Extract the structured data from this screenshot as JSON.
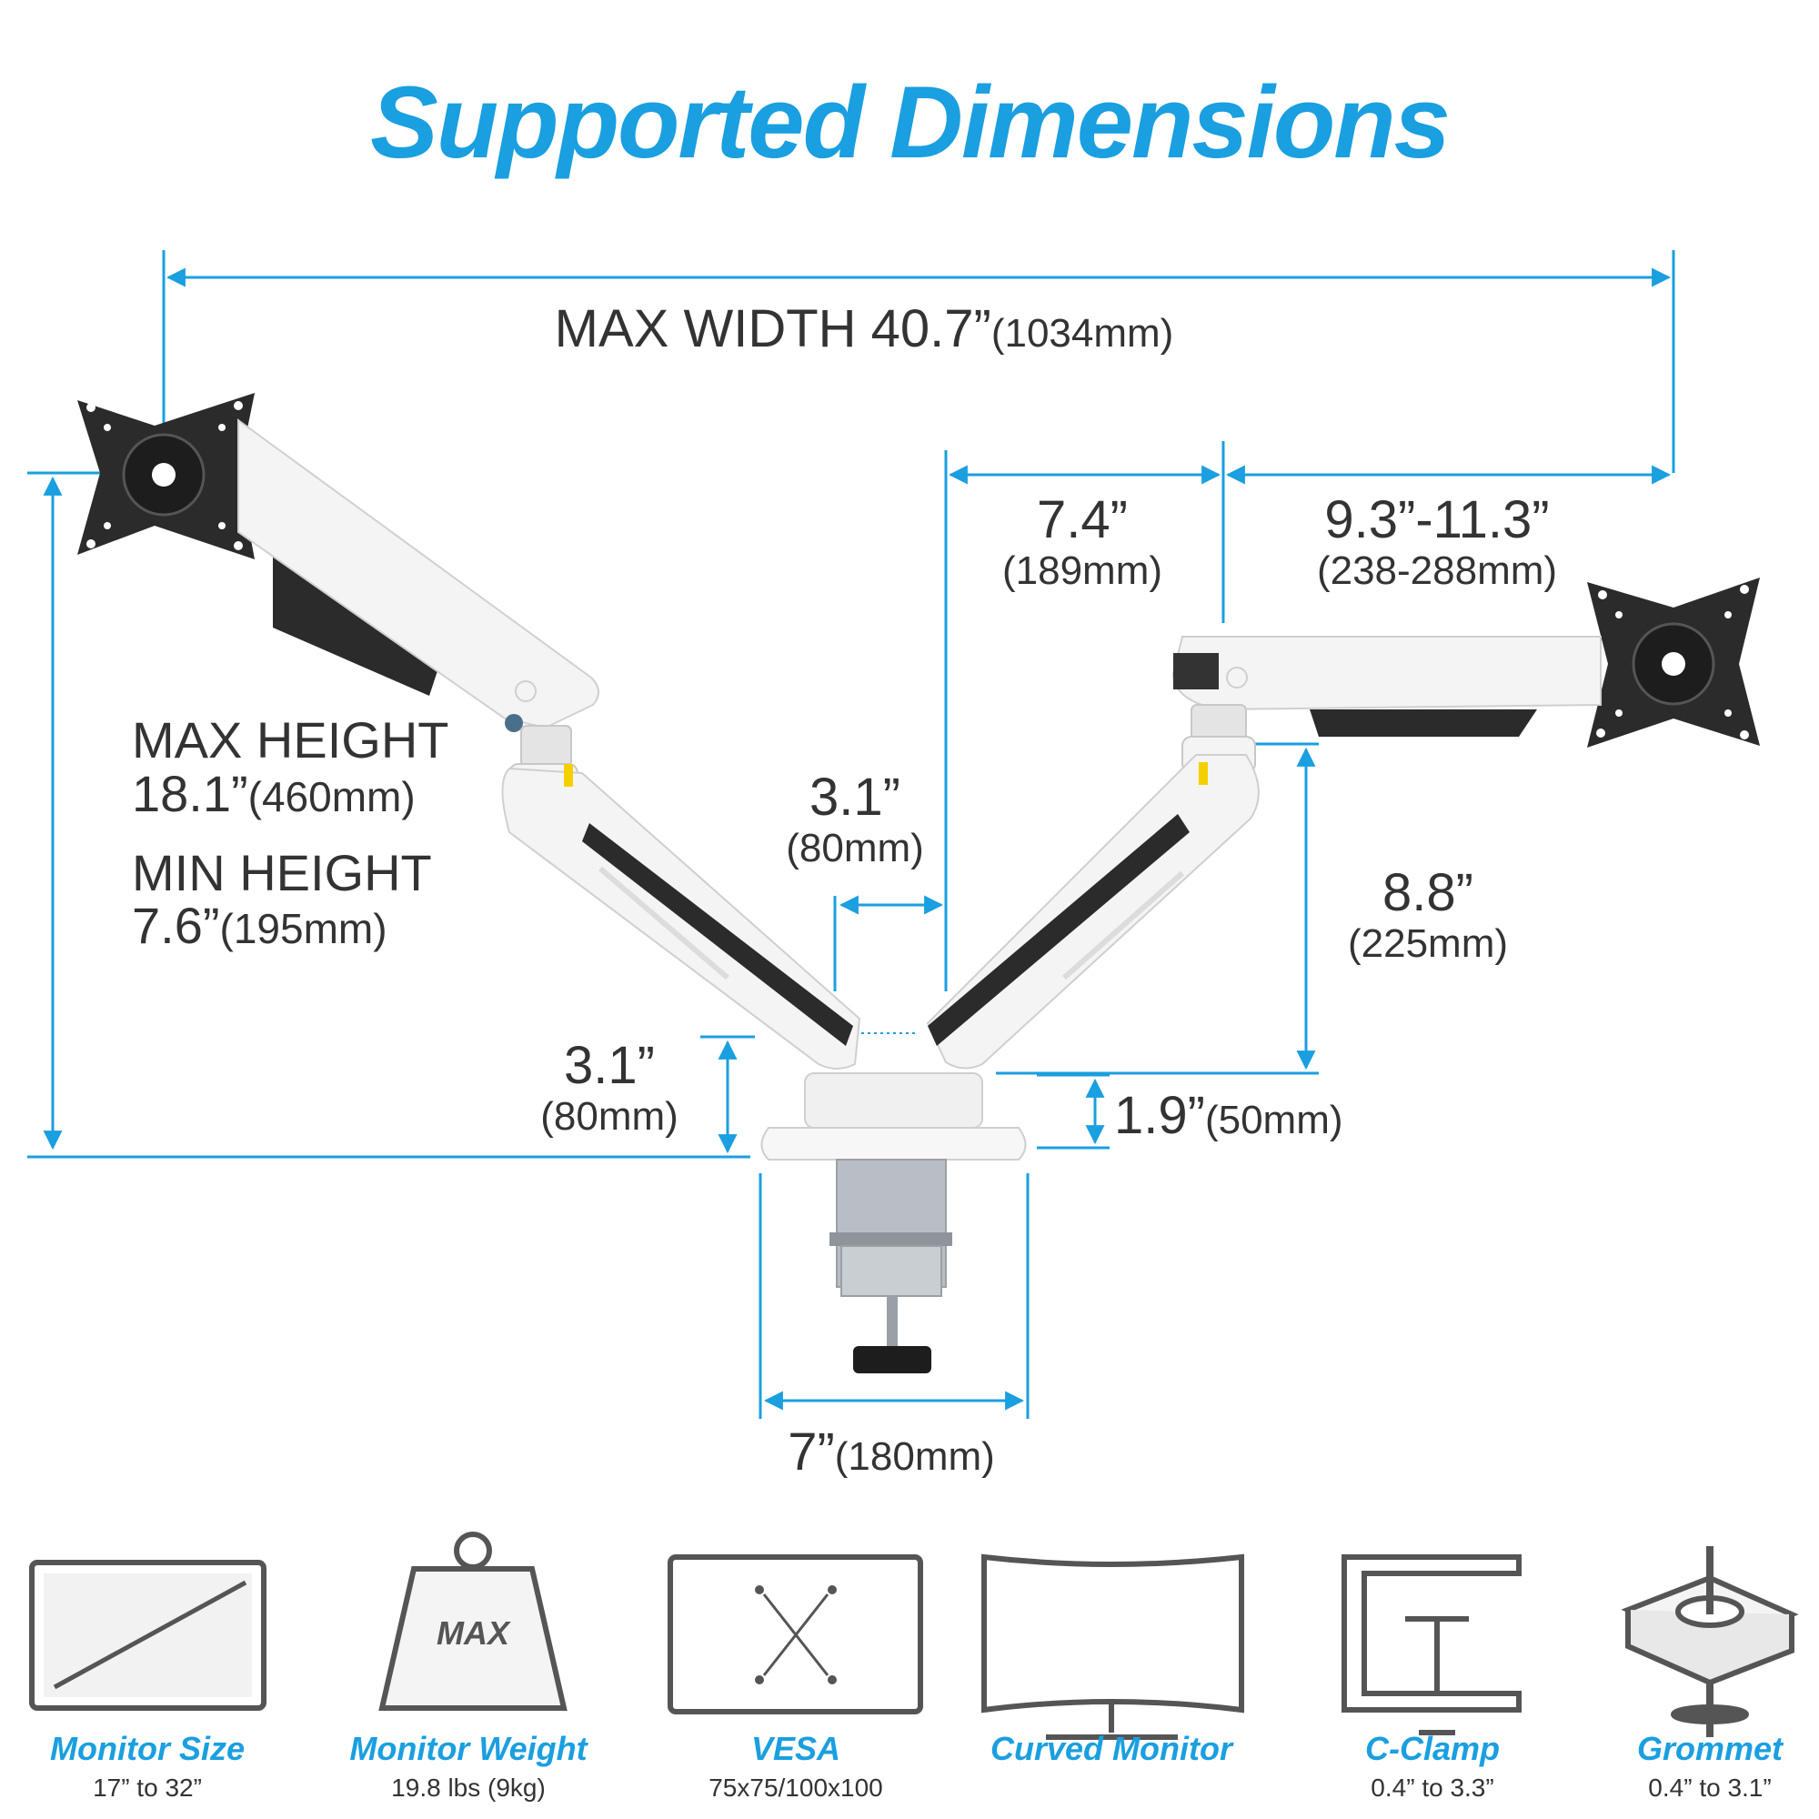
{
  "title": "Supported Dimensions",
  "colors": {
    "accent": "#1a9fe0",
    "text": "#333333",
    "arm": "#f4f4f4",
    "plate": "#2b2b2b"
  },
  "dimensions": {
    "max_width": {
      "main": "MAX WIDTH 40.7”",
      "sub": "(1034mm)"
    },
    "arm_segment": {
      "main": "7.4”",
      "sub": "(189mm)"
    },
    "arm_extension": {
      "main": "9.3”-11.3”",
      "sub": "(238-288mm)"
    },
    "max_height": {
      "label": "MAX HEIGHT",
      "main": "18.1”",
      "sub": "(460mm)"
    },
    "min_height": {
      "label": "MIN HEIGHT",
      "main": "7.6”",
      "sub": "(195mm)"
    },
    "center_gap": {
      "main": "3.1”",
      "sub": "(80mm)"
    },
    "pole_rise": {
      "main": "3.1”",
      "sub": "(80mm)"
    },
    "arm_height": {
      "main": "8.8”",
      "sub": "(225mm)"
    },
    "base_height": {
      "main": "1.9”",
      "sub": "(50mm)"
    },
    "base_width": {
      "main": "7”",
      "sub": "(180mm)"
    }
  },
  "specs": [
    {
      "name": "Monitor Size",
      "value": "17” to 32”",
      "icon": "monitor-size-icon"
    },
    {
      "name": "Monitor Weight",
      "value": "19.8 lbs (9kg)",
      "icon": "weight-icon",
      "icon_text": "MAX"
    },
    {
      "name": "VESA",
      "value": "75x75/100x100",
      "icon": "vesa-icon"
    },
    {
      "name": "Curved Monitor",
      "value": "",
      "icon": "curved-monitor-icon"
    },
    {
      "name": "C-Clamp",
      "value": "0.4” to 3.3”",
      "icon": "c-clamp-icon"
    },
    {
      "name": "Grommet",
      "value": "0.4” to 3.1”",
      "icon": "grommet-icon"
    }
  ]
}
